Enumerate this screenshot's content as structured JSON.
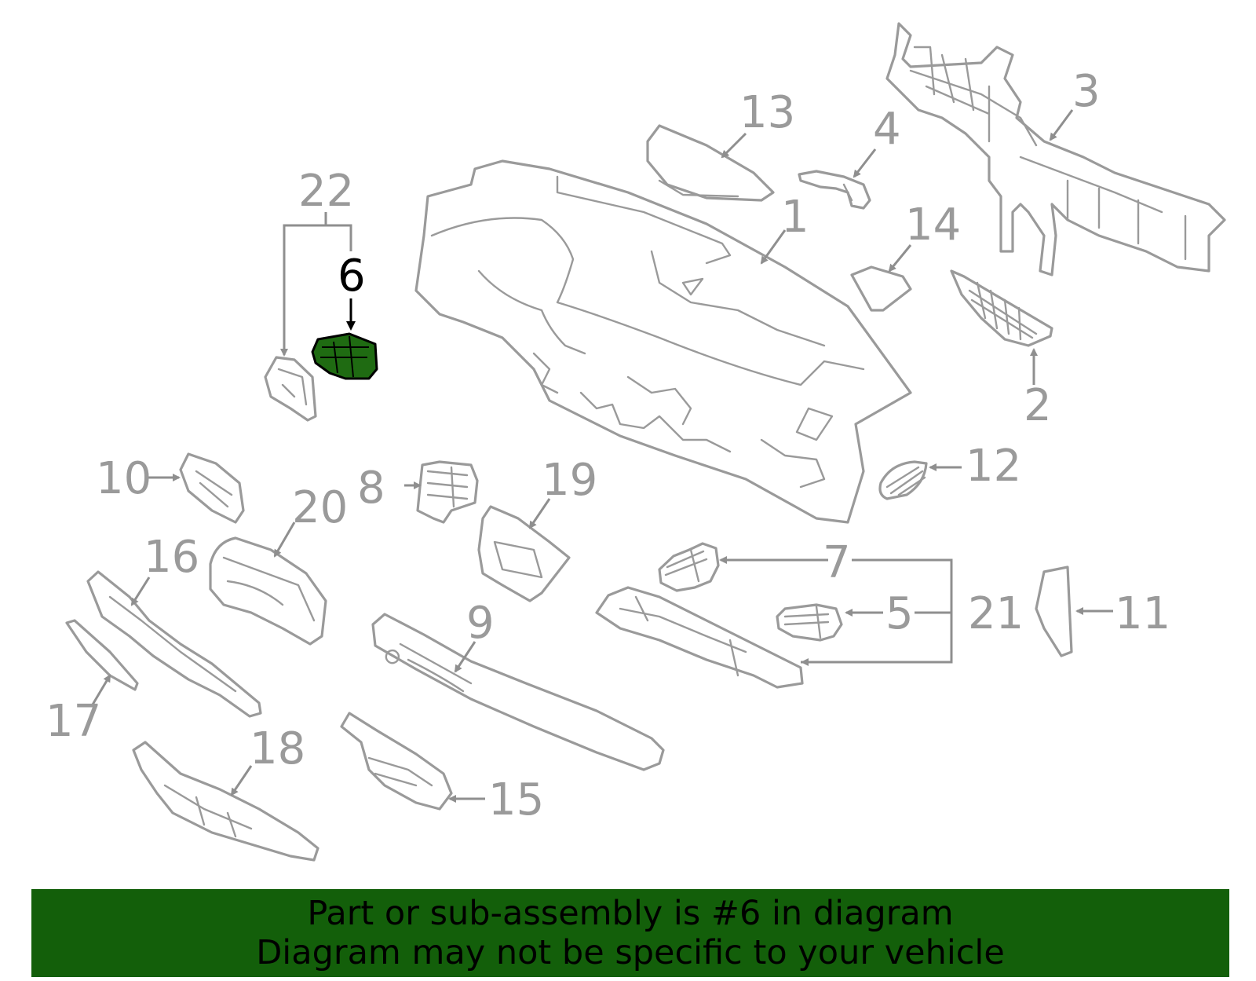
{
  "callouts": {
    "c1": "1",
    "c2": "2",
    "c3": "3",
    "c4": "4",
    "c5": "5",
    "c6": "6",
    "c7": "7",
    "c8": "8",
    "c9": "9",
    "c10": "10",
    "c11": "11",
    "c12": "12",
    "c13": "13",
    "c14": "14",
    "c15": "15",
    "c16": "16",
    "c17": "17",
    "c18": "18",
    "c19": "19",
    "c20": "20",
    "c21": "21",
    "c22": "22"
  },
  "banner": {
    "line1": "Part or sub-assembly is #6 in diagram",
    "line2": "Diagram may not be specific to your vehicle"
  },
  "colors": {
    "highlight_part": "#1f6b12",
    "banner_background": "#135f0a",
    "line_art": "#9a9a9a"
  }
}
